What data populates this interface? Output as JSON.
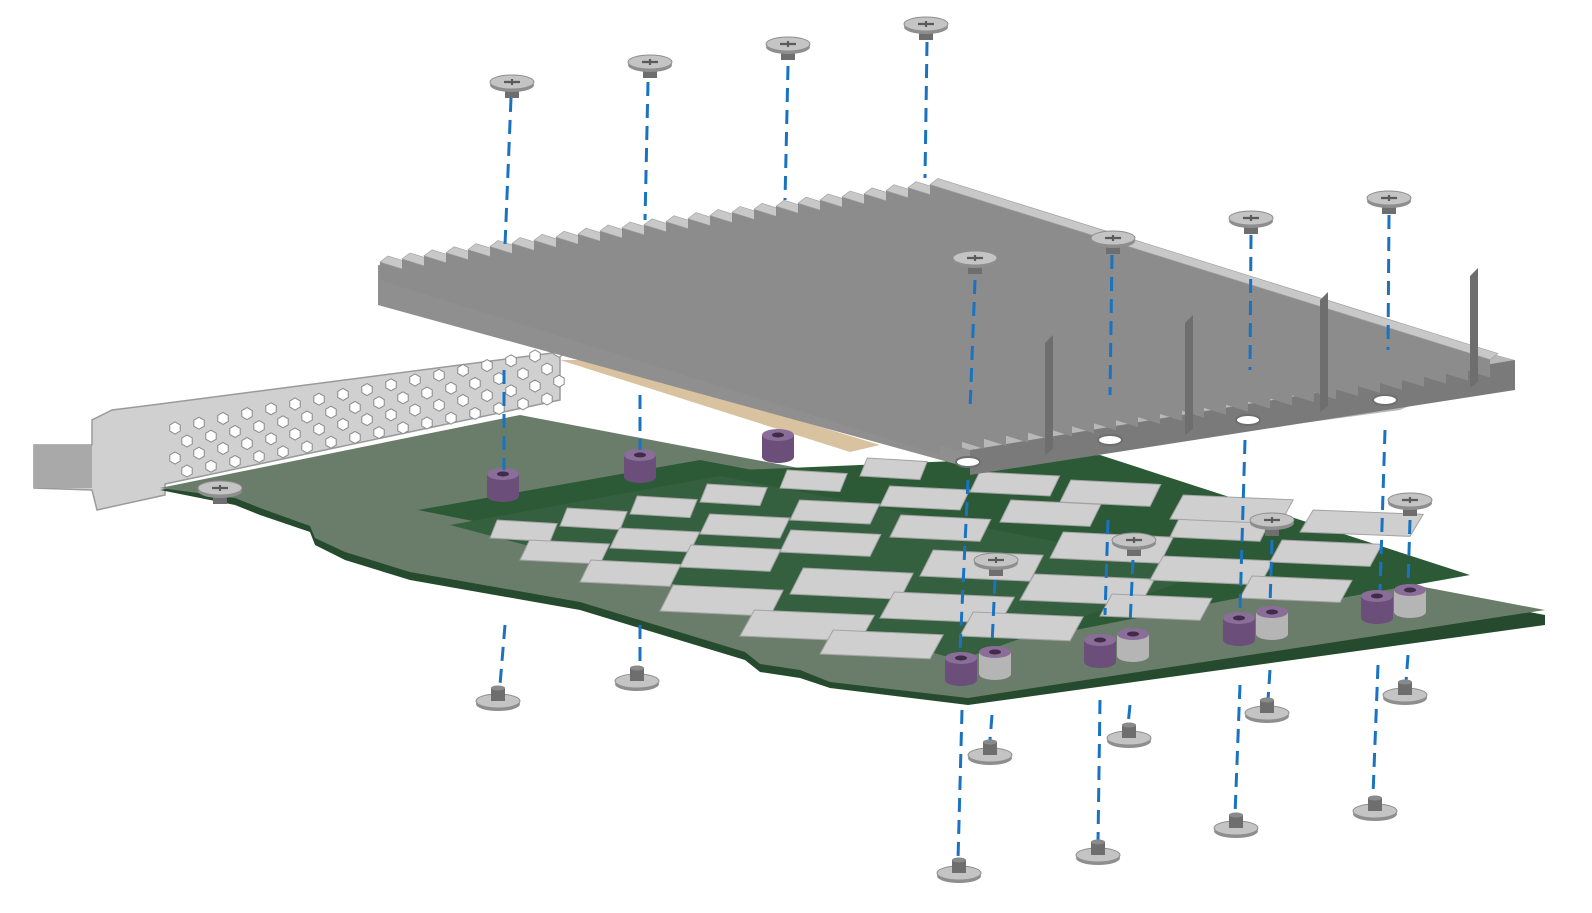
{
  "figure": {
    "description_visible_text": "",
    "colors": {
      "heatsink_top": "#b3b3b3",
      "heatsink_side": "#8c8c8c",
      "heatsink_dark": "#6e6e6e",
      "pcb": "#6a7d6a",
      "pcb_edge": "#254a2e",
      "bracket": "#cfcfcf",
      "bracket_shade": "#9a9a9a",
      "chip": "#cfcfcf",
      "chip_shade": "#a3a3a3",
      "standoff": "#6b4e7a",
      "screw": "#a8a8a8",
      "screw_dark": "#6e6e6e",
      "guide_line": "#1a73c1",
      "thermal_pad": "#d8c2a0"
    },
    "parts": [
      "heatsink",
      "pcb-card",
      "pci-bracket",
      "m2-ssd-modules",
      "standoffs",
      "screws",
      "alignment-guides"
    ]
  }
}
